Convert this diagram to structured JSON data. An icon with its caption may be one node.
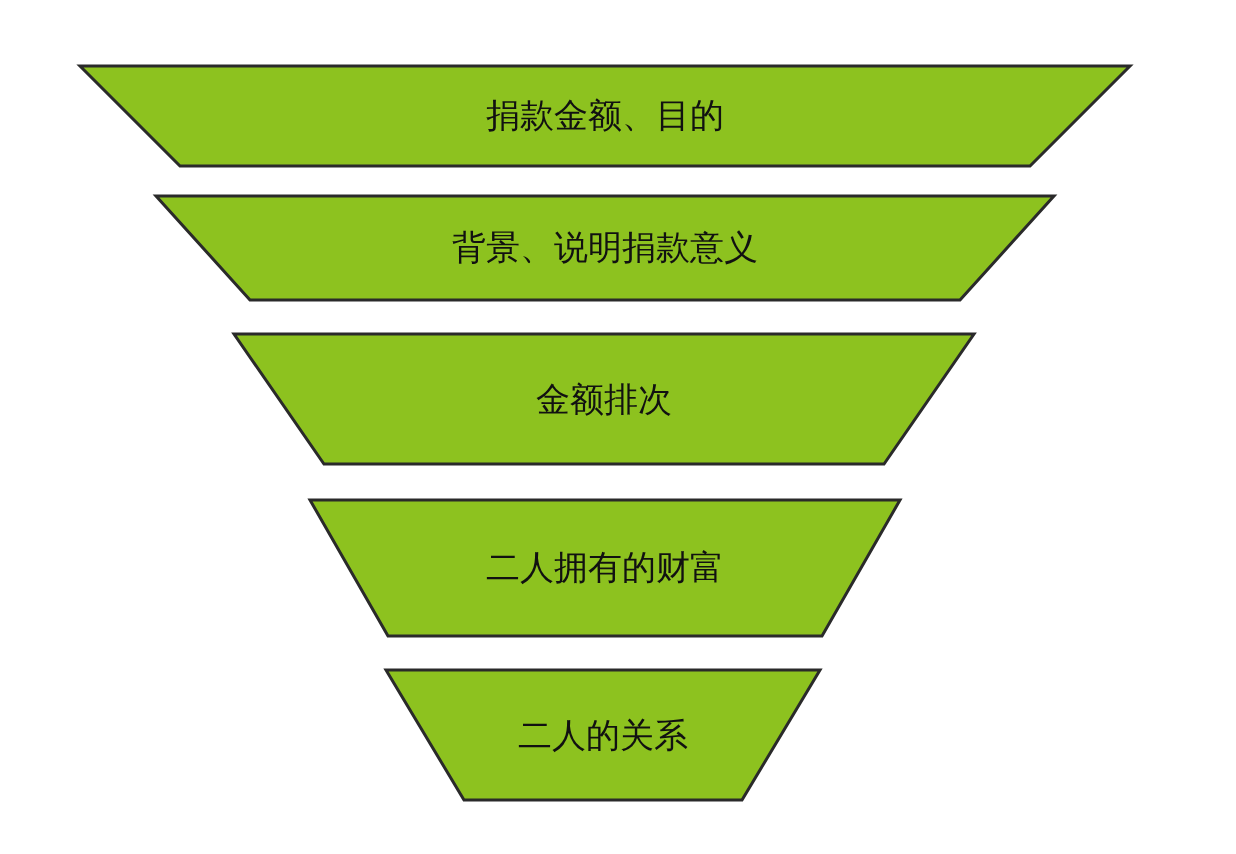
{
  "diagram": {
    "nodes": [
      {
        "text": [
          "捐款金额、目的"
        ]
      },
      {
        "text": [
          "背景、说明捐款意义"
        ]
      },
      {
        "text": [
          "金额排次"
        ]
      },
      {
        "text": [
          "二人拥有的财富"
        ]
      },
      {
        "text": [
          "二人的关系"
        ]
      }
    ]
  }
}
